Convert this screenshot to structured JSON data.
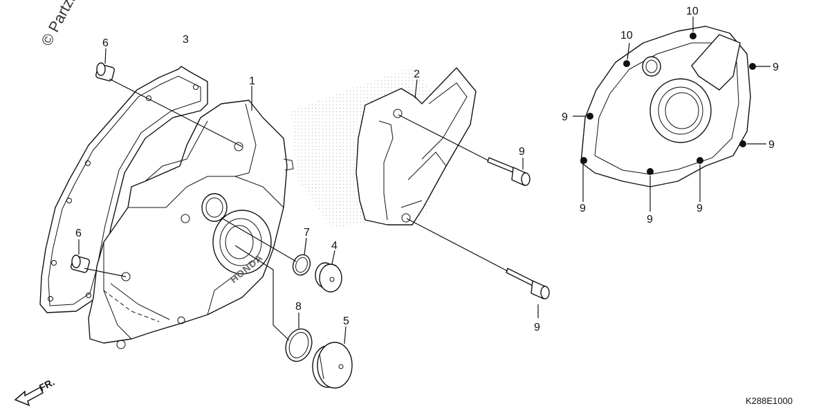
{
  "diagram": {
    "watermark": "© Partzilla.com",
    "reference_code": "K288E1000",
    "front_indicator": "FR.",
    "cover_embossing": "HONDA",
    "callouts": {
      "n1": "1",
      "n2": "2",
      "n3": "3",
      "n4": "4",
      "n5": "5",
      "n6a": "6",
      "n6b": "6",
      "n7": "7",
      "n8": "8",
      "n9a": "9",
      "n9b": "9",
      "n9c": "9",
      "n9d": "9",
      "n9e": "9",
      "n9f": "9",
      "n9g": "9",
      "n9h": "9",
      "n10a": "10",
      "n10b": "10"
    }
  }
}
